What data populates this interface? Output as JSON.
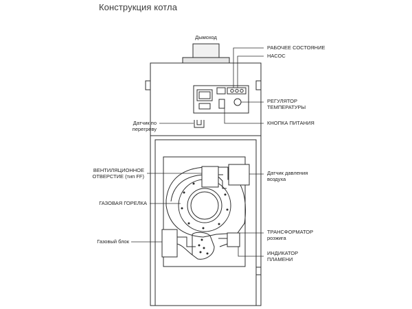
{
  "title": "Конструкция котла",
  "labels": {
    "chimney": "Дымоход",
    "working_state": "РАБОЧЕЕ СОСТОЯНИЕ",
    "pump": "НАСОС",
    "temperature_regulator": "РЕГУЛЯТОР\nТЕМПЕРАТУРЫ",
    "power_button": "КНОПКА ПИТАНИЯ",
    "overheat_sensor": "Датчик по\nперегреву",
    "ventilation_opening": "ВЕНТИЛЯЦИОННОЕ\nОТВЕРСТИЕ (тип FF)",
    "air_pressure_sensor": "Датчик давления\nвоздуха",
    "gas_burner": "ГАЗОВАЯ ГОРЕЛКА",
    "ignition_transformer": "ТРАНСФОРМАТОР\nрозжига",
    "gas_block": "Газовый блок",
    "flame_indicator": "ИНДИКАТОР\nПЛАМЕНИ"
  }
}
